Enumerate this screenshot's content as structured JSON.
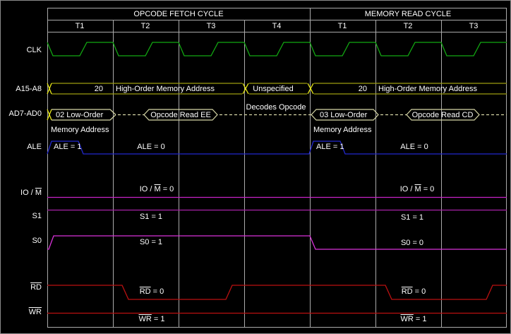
{
  "colors": {
    "background": "#000000",
    "grid": "#aaaaaa",
    "text": "#ffffff",
    "clk": "#12a812",
    "address_bus": "#9c9c10",
    "address_x": "#e8e818",
    "ad_bus": "#d6d6a6",
    "ale": "#2228cc",
    "io_m": "#c822c8",
    "s1": "#a822a8",
    "s0": "#da32da",
    "rd": "#bb1111",
    "wr": "#bb1111"
  },
  "header": {
    "cycles": [
      {
        "label": "OPCODE FETCH CYCLE"
      },
      {
        "label": "MEMORY READ CYCLE"
      }
    ],
    "tstates": [
      "T1",
      "T2",
      "T3",
      "T4",
      "T1",
      "T2",
      "T3"
    ]
  },
  "signal_labels": {
    "clk": "CLK",
    "a15_a8": "A15-A8",
    "ad7_ad0": "AD7-AD0",
    "ale": "ALE",
    "io_m": {
      "pre": "IO / ",
      "bar": "M"
    },
    "s1": "S1",
    "s0": "S0",
    "rd": {
      "bar": "RD"
    },
    "wr": {
      "bar": "WR"
    }
  },
  "a15_a8": {
    "fetch_value": "20",
    "fetch_label": "High-Order Memory Address",
    "t4_value": "Unspecified",
    "read_value": "20",
    "read_label": "High-Order Memory Address"
  },
  "ad7_ad0": {
    "fetch_value": "02 Low-Order",
    "fetch_value_line2": "Memory Address",
    "fetch_data": "Opcode Read EE",
    "t4_note": "Decodes Opcode",
    "read_value": "03 Low-Order",
    "read_value_line2": "Memory Address",
    "read_data": "Opcode Read CD"
  },
  "ale": {
    "fetch_high": "ALE = 1",
    "fetch_low": "ALE = 0",
    "read_high": "ALE = 1",
    "read_low": "ALE = 0"
  },
  "io_m": {
    "fetch": {
      "pre": "IO / ",
      "bar": "M",
      "post": " = 0"
    },
    "read": {
      "pre": "IO / ",
      "bar": "M",
      "post": " = 0"
    }
  },
  "s1": {
    "fetch": "S1 = 1",
    "read": "S1 = 1"
  },
  "s0": {
    "fetch": "S0 = 1",
    "read": "S0 = 0"
  },
  "rd": {
    "fetch": {
      "bar": "RD",
      "post": " = 0"
    },
    "read": {
      "bar": "RD",
      "post": " = 0"
    }
  },
  "wr": {
    "fetch": {
      "bar": "WR",
      "post": " = 1"
    },
    "read": {
      "bar": "WR",
      "post": " = 1"
    }
  }
}
